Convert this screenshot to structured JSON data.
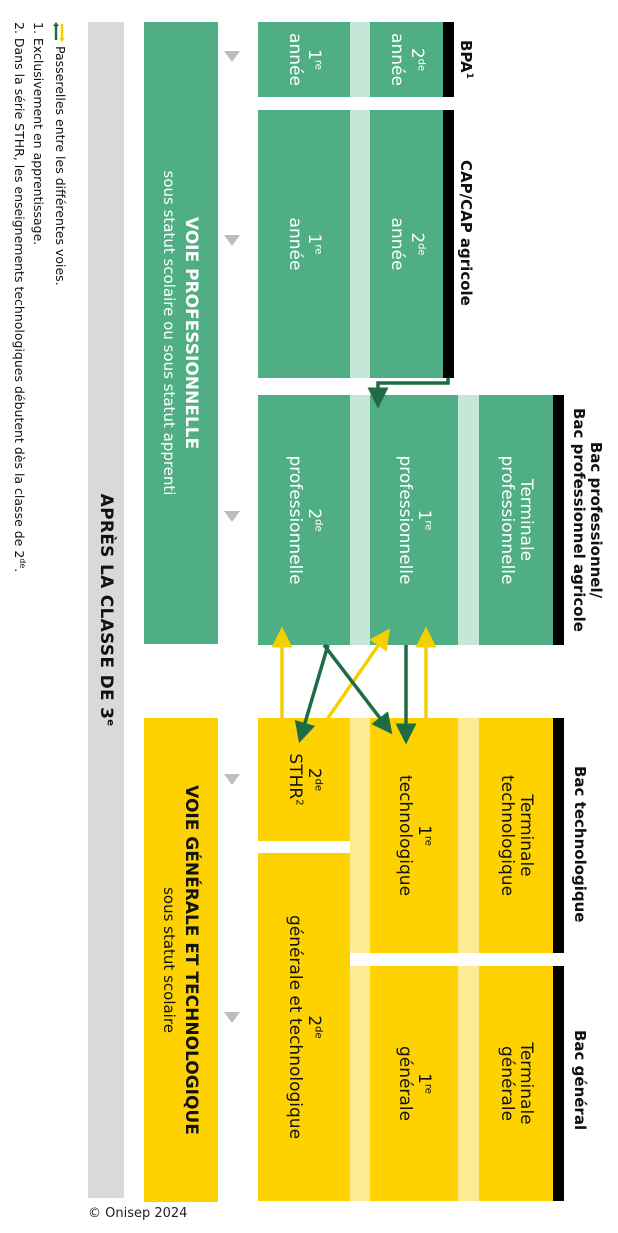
{
  "sections": {
    "bpa": {
      "label": "BPA",
      "sup": "1"
    },
    "cap": {
      "label": "CAP/CAP agricole"
    },
    "bacpro": {
      "line1": "Bac professionnel/",
      "line2": "Bac professionnel agricole"
    },
    "bactech": {
      "label": "Bac technologique"
    },
    "bacgen": {
      "label": "Bac général"
    }
  },
  "boxes": {
    "bpa_y1": {
      "num": "1",
      "sup": "re",
      "text": "année"
    },
    "bpa_y2": {
      "num": "2",
      "sup": "de",
      "text": "année"
    },
    "cap_y1": {
      "num": "1",
      "sup": "re",
      "text": "année"
    },
    "cap_y2": {
      "num": "2",
      "sup": "de",
      "text": "année"
    },
    "pro_2": {
      "num": "2",
      "sup": "de",
      "text": "professionnelle"
    },
    "pro_1": {
      "num": "1",
      "sup": "re",
      "text": "professionnelle"
    },
    "pro_t": {
      "line1": "Terminale",
      "line2": "professionnelle"
    },
    "sthr": {
      "num": "2",
      "sup": "de",
      "text": "STHR",
      "text_sup": "2"
    },
    "tech_1": {
      "num": "1",
      "sup": "re",
      "text": "technologique"
    },
    "tech_t": {
      "line1": "Terminale",
      "line2": "technologique"
    },
    "gt_2": {
      "num": "2",
      "sup": "de",
      "text": "générale et technologique"
    },
    "gen_1": {
      "num": "1",
      "sup": "re",
      "text": "générale"
    },
    "gen_t": {
      "line1": "Terminale",
      "line2": "générale"
    }
  },
  "voie_pro": {
    "title": "VOIE PROFESSIONNELLE",
    "subtitle": "sous statut scolaire ou sous statut apprenti"
  },
  "voie_gt": {
    "title": "VOIE GÉNÉRALE ET TECHNOLOGIQUE",
    "subtitle": "sous statut scolaire"
  },
  "apres": {
    "text": "APRÈS LA CLASSE DE 3",
    "sup": "e"
  },
  "notes": {
    "legend": "Passerelles entre les différentes voies.",
    "note1": "1. Exclusivement en apprentissage.",
    "note2_prefix": "2. Dans la série STHR, les enseignements technologiques débutent dès la classe de 2",
    "note2_sup": "de",
    "note2_suffix": "."
  },
  "copyright": "© Onisep 2024",
  "colors": {
    "green": "#4fae84",
    "green_light": "#c6e6d8",
    "yellow": "#fdd200",
    "yellow_light": "#fdeb93",
    "dark_green_arrow": "#1f6b45",
    "yellow_arrow": "#f5cf00",
    "gray": "#d9d9d9"
  }
}
